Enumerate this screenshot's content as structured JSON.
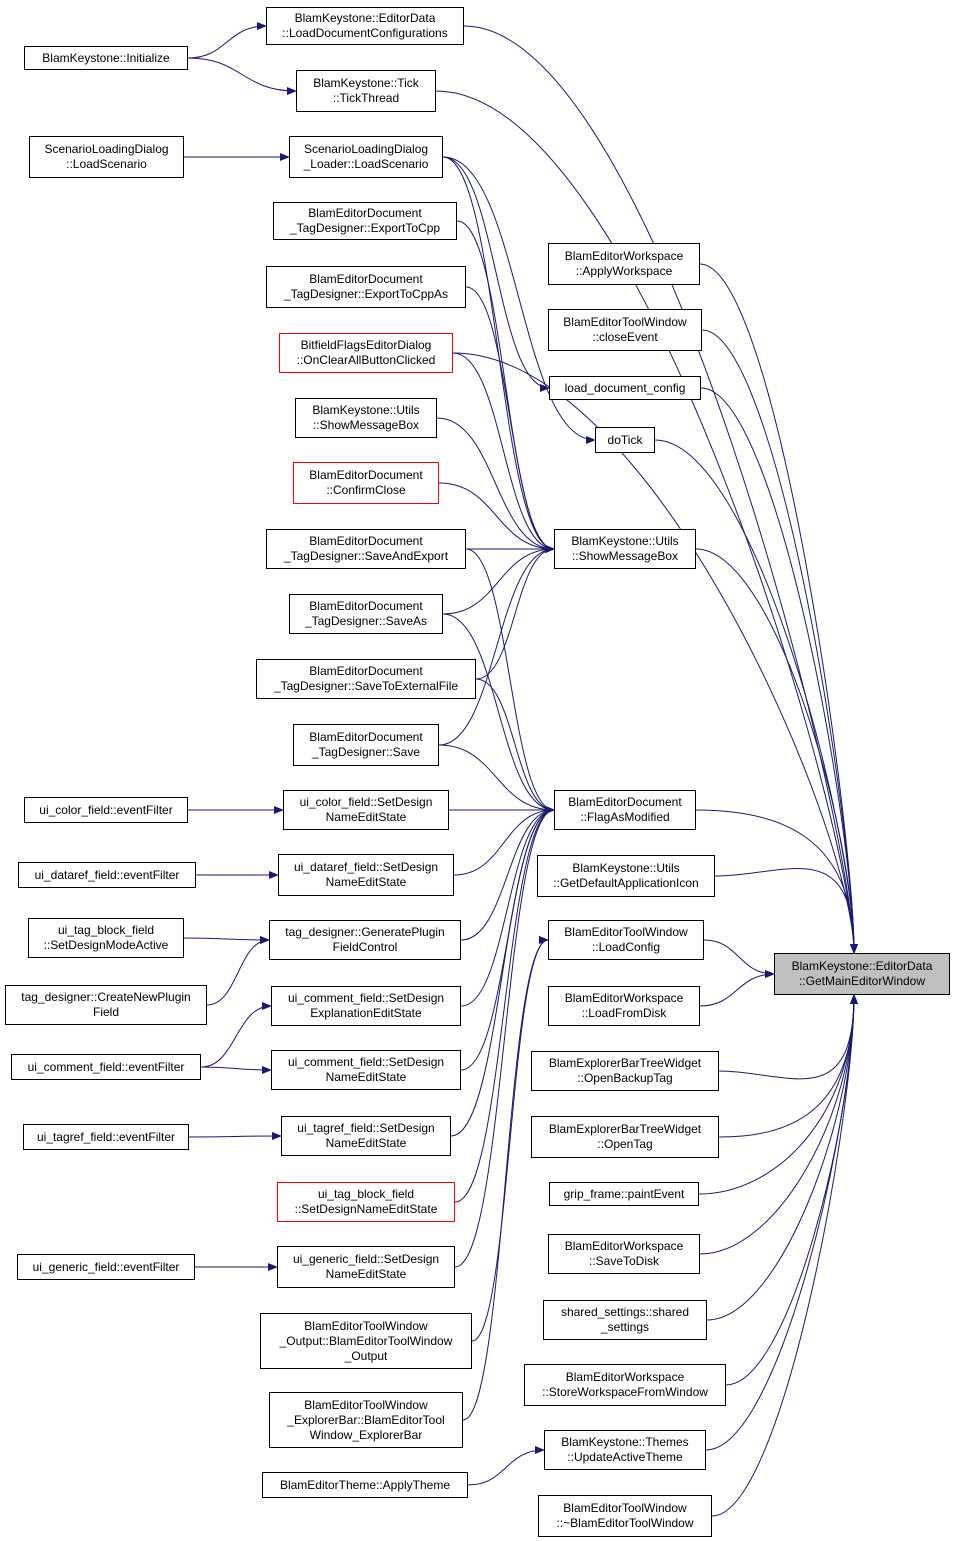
{
  "diagram": {
    "target": {
      "id": "target",
      "lines": [
        "BlamKeystone::EditorData",
        "::GetMainEditorWindow"
      ]
    },
    "nodes": [
      {
        "id": "n_loaddoccfg",
        "lines": [
          "BlamKeystone::EditorData",
          "::LoadDocumentConfigurations"
        ],
        "red": false
      },
      {
        "id": "n_initialize",
        "lines": [
          "BlamKeystone::Initialize"
        ],
        "red": false
      },
      {
        "id": "n_tickthread",
        "lines": [
          "BlamKeystone::Tick",
          "::TickThread"
        ],
        "red": false
      },
      {
        "id": "n_sld_load",
        "lines": [
          "ScenarioLoadingDialog",
          "::LoadScenario"
        ],
        "red": false
      },
      {
        "id": "n_sldl_load",
        "lines": [
          "ScenarioLoadingDialog",
          "_Loader::LoadScenario"
        ],
        "red": false
      },
      {
        "id": "n_exportcpp",
        "lines": [
          "BlamEditorDocument",
          "_TagDesigner::ExportToCpp"
        ],
        "red": false
      },
      {
        "id": "n_exportcppas",
        "lines": [
          "BlamEditorDocument",
          "_TagDesigner::ExportToCppAs"
        ],
        "red": false
      },
      {
        "id": "n_bitfield",
        "lines": [
          "BitfieldFlagsEditorDialog",
          "::OnClearAllButtonClicked"
        ],
        "red": true
      },
      {
        "id": "n_showmsg_l",
        "lines": [
          "BlamKeystone::Utils",
          "::ShowMessageBox"
        ],
        "red": false
      },
      {
        "id": "n_confirmclose",
        "lines": [
          "BlamEditorDocument",
          "::ConfirmClose"
        ],
        "red": true
      },
      {
        "id": "n_saveandexport",
        "lines": [
          "BlamEditorDocument",
          "_TagDesigner::SaveAndExport"
        ],
        "red": false
      },
      {
        "id": "n_saveas",
        "lines": [
          "BlamEditorDocument",
          "_TagDesigner::SaveAs"
        ],
        "red": false
      },
      {
        "id": "n_saveext",
        "lines": [
          "BlamEditorDocument",
          "_TagDesigner::SaveToExternalFile"
        ],
        "red": false
      },
      {
        "id": "n_save",
        "lines": [
          "BlamEditorDocument",
          "_TagDesigner::Save"
        ],
        "red": false
      },
      {
        "id": "n_color_ef",
        "lines": [
          "ui_color_field::eventFilter"
        ],
        "red": false
      },
      {
        "id": "n_color_set",
        "lines": [
          "ui_color_field::SetDesign",
          "NameEditState"
        ],
        "red": false
      },
      {
        "id": "n_dataref_ef",
        "lines": [
          "ui_dataref_field::eventFilter"
        ],
        "red": false
      },
      {
        "id": "n_dataref_set",
        "lines": [
          "ui_dataref_field::SetDesign",
          "NameEditState"
        ],
        "red": false
      },
      {
        "id": "n_tagblock_active",
        "lines": [
          "ui_tag_block_field",
          "::SetDesignModeActive"
        ],
        "red": false
      },
      {
        "id": "n_genplugin",
        "lines": [
          "tag_designer::GeneratePlugin",
          "FieldControl"
        ],
        "red": false
      },
      {
        "id": "n_createplugin",
        "lines": [
          "tag_designer::CreateNewPlugin",
          "Field"
        ],
        "red": false
      },
      {
        "id": "n_comment_expl",
        "lines": [
          "ui_comment_field::SetDesign",
          "ExplanationEditState"
        ],
        "red": false
      },
      {
        "id": "n_comment_ef",
        "lines": [
          "ui_comment_field::eventFilter"
        ],
        "red": false
      },
      {
        "id": "n_comment_name",
        "lines": [
          "ui_comment_field::SetDesign",
          "NameEditState"
        ],
        "red": false
      },
      {
        "id": "n_tagref_ef",
        "lines": [
          "ui_tagref_field::eventFilter"
        ],
        "red": false
      },
      {
        "id": "n_tagref_set",
        "lines": [
          "ui_tagref_field::SetDesign",
          "NameEditState"
        ],
        "red": false
      },
      {
        "id": "n_tagblock_name",
        "lines": [
          "ui_tag_block_field",
          "::SetDesignNameEditState"
        ],
        "red": true
      },
      {
        "id": "n_generic_ef",
        "lines": [
          "ui_generic_field::eventFilter"
        ],
        "red": false
      },
      {
        "id": "n_generic_set",
        "lines": [
          "ui_generic_field::SetDesign",
          "NameEditState"
        ],
        "red": false
      },
      {
        "id": "n_tw_output",
        "lines": [
          "BlamEditorToolWindow",
          "_Output::BlamEditorToolWindow",
          "_Output"
        ],
        "red": false
      },
      {
        "id": "n_tw_explorer",
        "lines": [
          "BlamEditorToolWindow",
          "_ExplorerBar::BlamEditorTool",
          "Window_ExplorerBar"
        ],
        "red": false
      },
      {
        "id": "n_applytheme",
        "lines": [
          "BlamEditorTheme::ApplyTheme"
        ],
        "red": false
      },
      {
        "id": "n_ws_apply",
        "lines": [
          "BlamEditorWorkspace",
          "::ApplyWorkspace"
        ],
        "red": false
      },
      {
        "id": "n_tw_close",
        "lines": [
          "BlamEditorToolWindow",
          "::closeEvent"
        ],
        "red": false
      },
      {
        "id": "n_load_doc_cfg",
        "lines": [
          "load_document_config"
        ],
        "red": false
      },
      {
        "id": "n_dotick",
        "lines": [
          "doTick"
        ],
        "red": false
      },
      {
        "id": "n_showmsg_r",
        "lines": [
          "BlamKeystone::Utils",
          "::ShowMessageBox"
        ],
        "red": false
      },
      {
        "id": "n_flagmod",
        "lines": [
          "BlamEditorDocument",
          "::FlagAsModified"
        ],
        "red": false
      },
      {
        "id": "n_defaulticon",
        "lines": [
          "BlamKeystone::Utils",
          "::GetDefaultApplicationIcon"
        ],
        "red": false
      },
      {
        "id": "n_tw_loadcfg",
        "lines": [
          "BlamEditorToolWindow",
          "::LoadConfig"
        ],
        "red": false
      },
      {
        "id": "n_ws_loaddisk",
        "lines": [
          "BlamEditorWorkspace",
          "::LoadFromDisk"
        ],
        "red": false
      },
      {
        "id": "n_ebt_backup",
        "lines": [
          "BlamExplorerBarTreeWidget",
          "::OpenBackupTag"
        ],
        "red": false
      },
      {
        "id": "n_ebt_open",
        "lines": [
          "BlamExplorerBarTreeWidget",
          "::OpenTag"
        ],
        "red": false
      },
      {
        "id": "n_grip",
        "lines": [
          "grip_frame::paintEvent"
        ],
        "red": false
      },
      {
        "id": "n_ws_savedisk",
        "lines": [
          "BlamEditorWorkspace",
          "::SaveToDisk"
        ],
        "red": false
      },
      {
        "id": "n_shared",
        "lines": [
          "shared_settings::shared",
          "_settings"
        ],
        "red": false
      },
      {
        "id": "n_ws_store",
        "lines": [
          "BlamEditorWorkspace",
          "::StoreWorkspaceFromWindow"
        ],
        "red": false
      },
      {
        "id": "n_themes",
        "lines": [
          "BlamKeystone::Themes",
          "::UpdateActiveTheme"
        ],
        "red": false
      },
      {
        "id": "n_tw_dtor",
        "lines": [
          "BlamEditorToolWindow",
          "::~BlamEditorToolWindow"
        ],
        "red": false
      }
    ],
    "edges": [
      [
        "n_initialize",
        "n_loaddoccfg"
      ],
      [
        "n_initialize",
        "n_tickthread"
      ],
      [
        "n_sld_load",
        "n_sldl_load"
      ],
      [
        "n_loaddoccfg",
        "target"
      ],
      [
        "n_tickthread",
        "target"
      ],
      [
        "n_sldl_load",
        "n_load_doc_cfg"
      ],
      [
        "n_sldl_load",
        "n_dotick"
      ],
      [
        "n_sldl_load",
        "n_showmsg_r"
      ],
      [
        "n_exportcpp",
        "n_showmsg_r"
      ],
      [
        "n_exportcppas",
        "n_showmsg_r"
      ],
      [
        "n_bitfield",
        "n_showmsg_r"
      ],
      [
        "n_showmsg_l",
        "n_showmsg_r"
      ],
      [
        "n_confirmclose",
        "n_showmsg_r"
      ],
      [
        "n_saveandexport",
        "n_showmsg_r"
      ],
      [
        "n_saveas",
        "n_showmsg_r"
      ],
      [
        "n_saveext",
        "n_showmsg_r"
      ],
      [
        "n_save",
        "n_showmsg_r"
      ],
      [
        "n_saveandexport",
        "n_flagmod"
      ],
      [
        "n_saveas",
        "n_flagmod"
      ],
      [
        "n_saveext",
        "n_flagmod"
      ],
      [
        "n_save",
        "n_flagmod"
      ],
      [
        "n_color_ef",
        "n_color_set"
      ],
      [
        "n_color_set",
        "n_flagmod"
      ],
      [
        "n_dataref_ef",
        "n_dataref_set"
      ],
      [
        "n_dataref_set",
        "n_flagmod"
      ],
      [
        "n_tagblock_active",
        "n_genplugin"
      ],
      [
        "n_createplugin",
        "n_genplugin"
      ],
      [
        "n_genplugin",
        "n_flagmod"
      ],
      [
        "n_comment_ef",
        "n_comment_expl"
      ],
      [
        "n_comment_ef",
        "n_comment_name"
      ],
      [
        "n_comment_expl",
        "n_flagmod"
      ],
      [
        "n_comment_name",
        "n_flagmod"
      ],
      [
        "n_tagref_ef",
        "n_tagref_set"
      ],
      [
        "n_tagref_set",
        "n_flagmod"
      ],
      [
        "n_tagblock_name",
        "n_flagmod"
      ],
      [
        "n_generic_ef",
        "n_generic_set"
      ],
      [
        "n_generic_set",
        "n_flagmod"
      ],
      [
        "n_tw_output",
        "n_tw_loadcfg"
      ],
      [
        "n_tw_explorer",
        "n_tw_loadcfg"
      ],
      [
        "n_applytheme",
        "n_themes"
      ],
      [
        "n_ws_apply",
        "target"
      ],
      [
        "n_tw_close",
        "target"
      ],
      [
        "n_load_doc_cfg",
        "target"
      ],
      [
        "n_dotick",
        "target"
      ],
      [
        "n_showmsg_r",
        "target"
      ],
      [
        "n_flagmod",
        "target"
      ],
      [
        "n_defaulticon",
        "target"
      ],
      [
        "n_tw_loadcfg",
        "target"
      ],
      [
        "n_ws_loaddisk",
        "target"
      ],
      [
        "n_ebt_backup",
        "target"
      ],
      [
        "n_ebt_open",
        "target"
      ],
      [
        "n_grip",
        "target"
      ],
      [
        "n_ws_savedisk",
        "target"
      ],
      [
        "n_shared",
        "target"
      ],
      [
        "n_ws_store",
        "target"
      ],
      [
        "n_themes",
        "target"
      ],
      [
        "n_tw_dtor",
        "target"
      ],
      [
        "n_bitfield",
        "target"
      ]
    ]
  }
}
